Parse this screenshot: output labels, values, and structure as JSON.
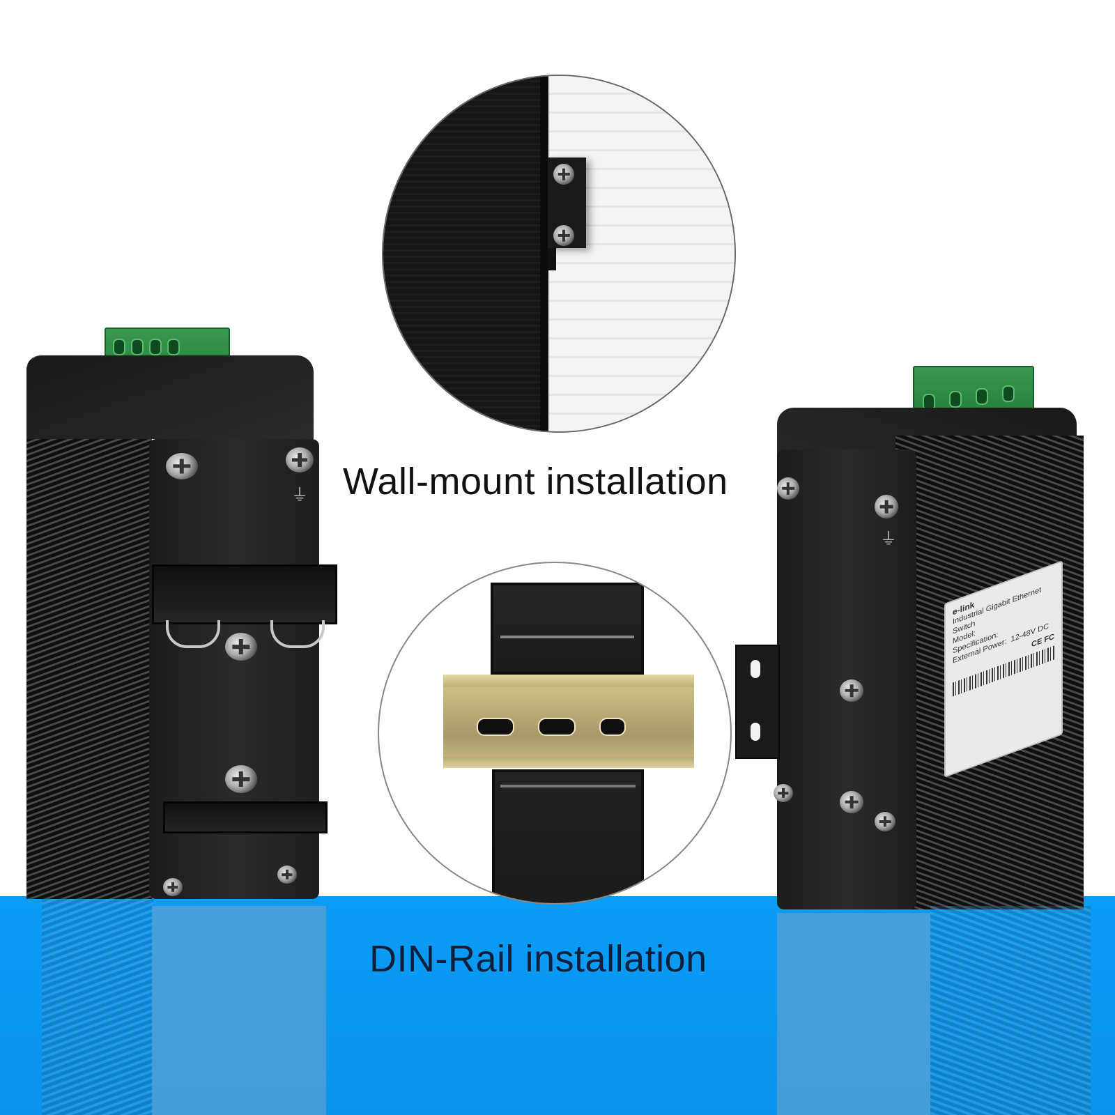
{
  "image": {
    "description": "Product photo collage of industrial gigabit Ethernet switches showing mounting options",
    "background_colors": {
      "top": "#ffffff",
      "bottom_floor": "#0b9cf6"
    }
  },
  "captions": {
    "wall_mount": "Wall-mount installation",
    "din_rail": "DIN-Rail installation"
  },
  "insets": [
    {
      "id": "wall-mount-detail",
      "shape": "circle",
      "depicts": "Device edge with wall-mount bracket and two screws against white wall"
    },
    {
      "id": "din-rail-detail",
      "shape": "circle",
      "depicts": "Rail clip attached to perforated metal DIN rail"
    }
  ],
  "devices": {
    "left": {
      "view": "rear with DIN-rail clip",
      "connector": "green 4-pin terminal block",
      "ground_symbol": "⏚"
    },
    "right": {
      "view": "rear with wall-mount bracket",
      "connector": "green 4-pin terminal block",
      "ground_symbol": "⏚",
      "label": {
        "brand": "e-link",
        "title": "Industrial Gigabit Ethernet Switch",
        "fields": [
          {
            "key": "Model:",
            "value": ""
          },
          {
            "key": "Specification:",
            "value": ""
          },
          {
            "key": "External Power:",
            "value": "12-48V DC"
          }
        ],
        "marks": "CE FC"
      }
    }
  }
}
